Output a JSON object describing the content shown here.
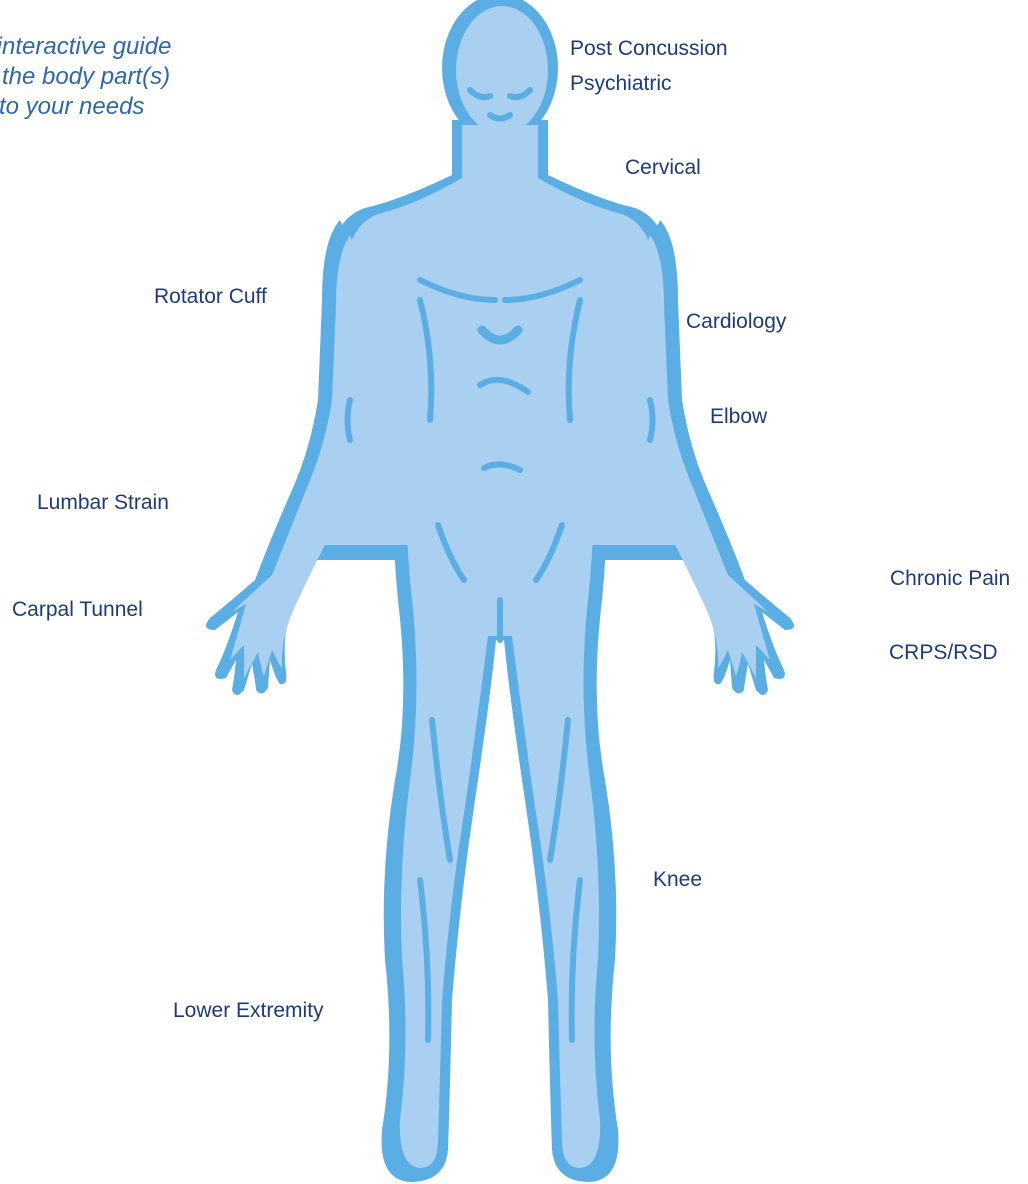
{
  "intro": {
    "line1": "r interactive guide",
    "line2": "the body part(s)",
    "line3": "to your needs"
  },
  "labels": {
    "post_concussion": "Post Concussion",
    "psychiatric": "Psychiatric",
    "cervical": "Cervical",
    "rotator_cuff": "Rotator Cuff",
    "cardiology": "Cardiology",
    "elbow": "Elbow",
    "lumbar_strain": "Lumbar Strain",
    "chronic_pain": "Chronic Pain",
    "carpal_tunnel": "Carpal Tunnel",
    "crps_rsd": "CRPS/RSD",
    "knee": "Knee",
    "lower_extremity": "Lower Extremity"
  },
  "colors": {
    "body_fill": "#a9d0f0",
    "body_outline": "#5aaee4",
    "label_text": "#1e3a7a",
    "intro_text": "#2f67a8"
  }
}
